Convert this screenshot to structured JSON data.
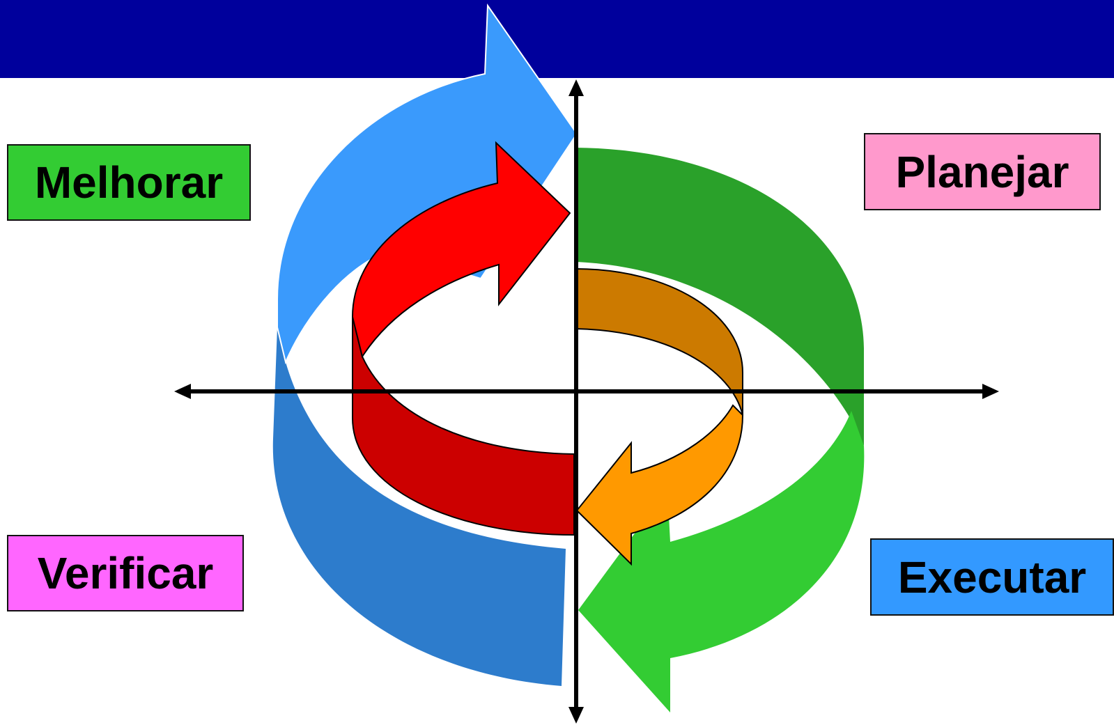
{
  "colors": {
    "top_bar": "#00009C",
    "improve_arrow_top": "#3A9AFC",
    "improve_arrow_bottom": "#2D7CCC",
    "plan_arrow_top": "#2AA12A",
    "plan_arrow_bottom": "#33CC33",
    "inner_red_top": "#FF0000",
    "inner_red_bottom": "#CC0000",
    "inner_orange_top": "#CC7A00",
    "inner_orange_bottom": "#FF9900",
    "axis": "#000000"
  },
  "labels": {
    "melhorar": {
      "text": "Melhorar",
      "color": "#33CC33"
    },
    "planejar": {
      "text": "Planejar",
      "color": "#FF99CC"
    },
    "verificar": {
      "text": "Verificar",
      "color": "#FF66FF"
    },
    "executar": {
      "text": "Executar",
      "color": "#3399FF"
    }
  }
}
